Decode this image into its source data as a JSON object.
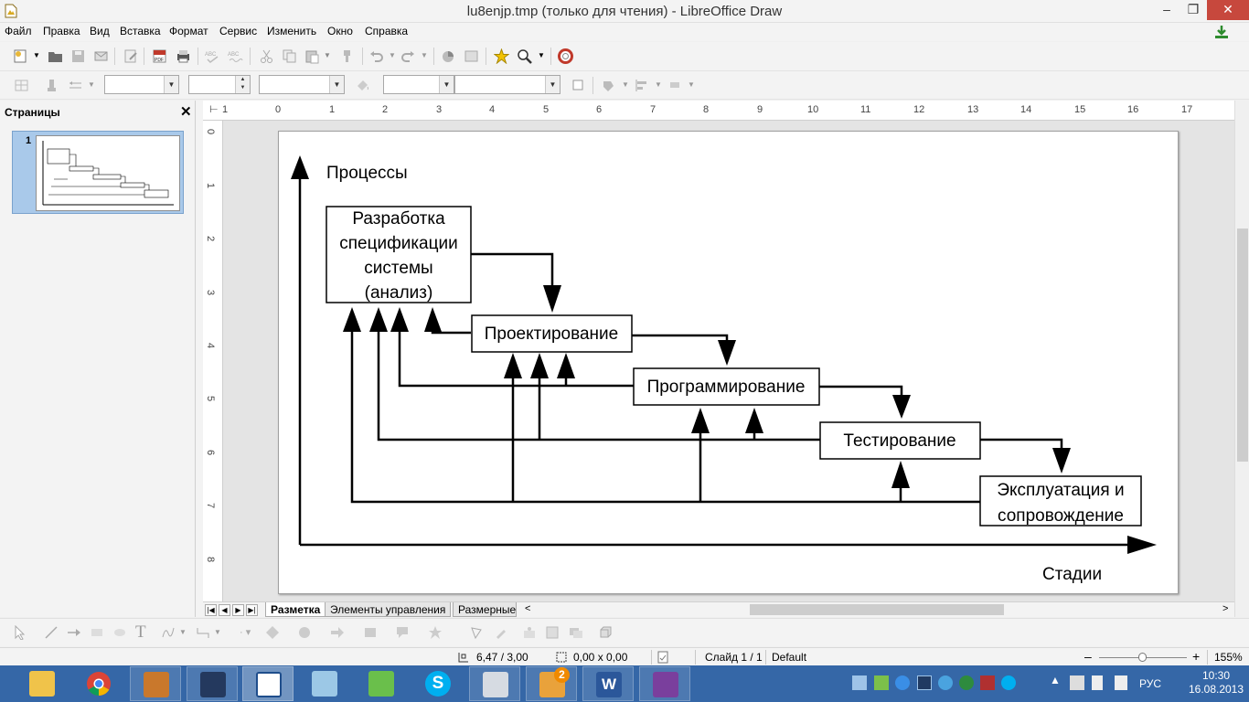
{
  "window": {
    "title": "lu8enjp.tmp (только для чтения) - LibreOffice Draw",
    "controls": {
      "minimize": "–",
      "restore": "❐",
      "close": "✕"
    }
  },
  "menu": [
    "Файл",
    "Правка",
    "Вид",
    "Вставка",
    "Формат",
    "Сервис",
    "Изменить",
    "Окно",
    "Справка"
  ],
  "sidebar": {
    "title": "Страницы",
    "close": "✕",
    "slide_number": "1"
  },
  "ruler": {
    "h": [
      "1",
      "0",
      "1",
      "2",
      "3",
      "4",
      "5",
      "6",
      "7",
      "8",
      "9",
      "10",
      "11",
      "12",
      "13",
      "14",
      "15",
      "16",
      "17"
    ],
    "v": [
      "0",
      "1",
      "2",
      "3",
      "4",
      "5",
      "6",
      "7",
      "8"
    ]
  },
  "diagram": {
    "y_axis_label": "Процессы",
    "x_axis_label": "Стадии",
    "boxes": [
      {
        "lines": [
          "Разработка",
          "спецификации",
          "системы",
          "(анализ)"
        ]
      },
      {
        "lines": [
          "Проектирование"
        ]
      },
      {
        "lines": [
          "Программирование"
        ]
      },
      {
        "lines": [
          "Тестирование"
        ]
      },
      {
        "lines": [
          "Эксплуатация и",
          "сопровождение"
        ]
      }
    ]
  },
  "tabs": {
    "items": [
      "Разметка",
      "Элементы управления",
      "Размерные"
    ],
    "active": "Разметка"
  },
  "status": {
    "position": "6,47 / 3,00",
    "size": "0,00 x 0,00",
    "slide": "Слайд 1 / 1",
    "layout": "Default",
    "zoom": "155%",
    "zoom_level_fraction": 0.45
  },
  "taskbar": {
    "apps": [
      "file-explorer",
      "chrome",
      "archiver",
      "floppy-save",
      "word-viewer",
      "notepad",
      "cleaner",
      "skype",
      "monitor",
      "badge-app",
      "word",
      "onenote"
    ],
    "badge": "2",
    "lang": "РУС",
    "time": "10:30",
    "date": "16.08.2013"
  }
}
